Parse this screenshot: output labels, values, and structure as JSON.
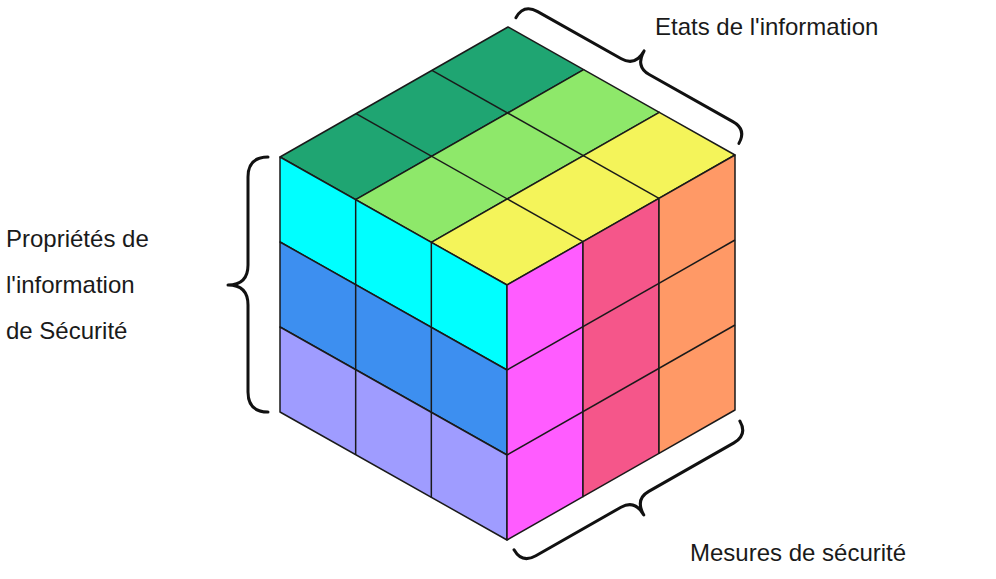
{
  "diagram": {
    "labels": [
      "Etats de l'information",
      "Propriétés de l'information de Sécurité",
      "Mesures de sécurité"
    ]
  }
}
